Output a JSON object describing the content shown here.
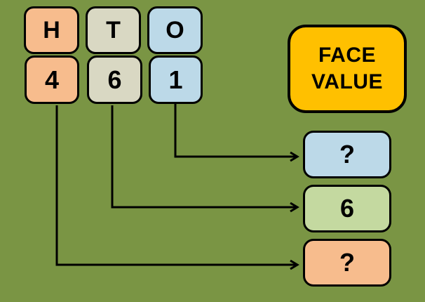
{
  "colors": {
    "background": "#7A9544",
    "hundreds_orange": "#F7BC8D",
    "tens_tan": "#D9D8C3",
    "ones_blue": "#BCD9E8",
    "answer_green": "#C4D9A0",
    "title_yellow": "#FFC000",
    "line_black": "#000000"
  },
  "place_value": {
    "headers": [
      {
        "label": "H"
      },
      {
        "label": "T"
      },
      {
        "label": "O"
      }
    ],
    "digits": [
      {
        "label": "4"
      },
      {
        "label": "6"
      },
      {
        "label": "1"
      }
    ]
  },
  "face_value": {
    "line1": "FACE",
    "line2": "VALUE"
  },
  "answers": {
    "ones": {
      "label": "?"
    },
    "tens": {
      "label": "6"
    },
    "hundreds": {
      "label": "?"
    }
  }
}
